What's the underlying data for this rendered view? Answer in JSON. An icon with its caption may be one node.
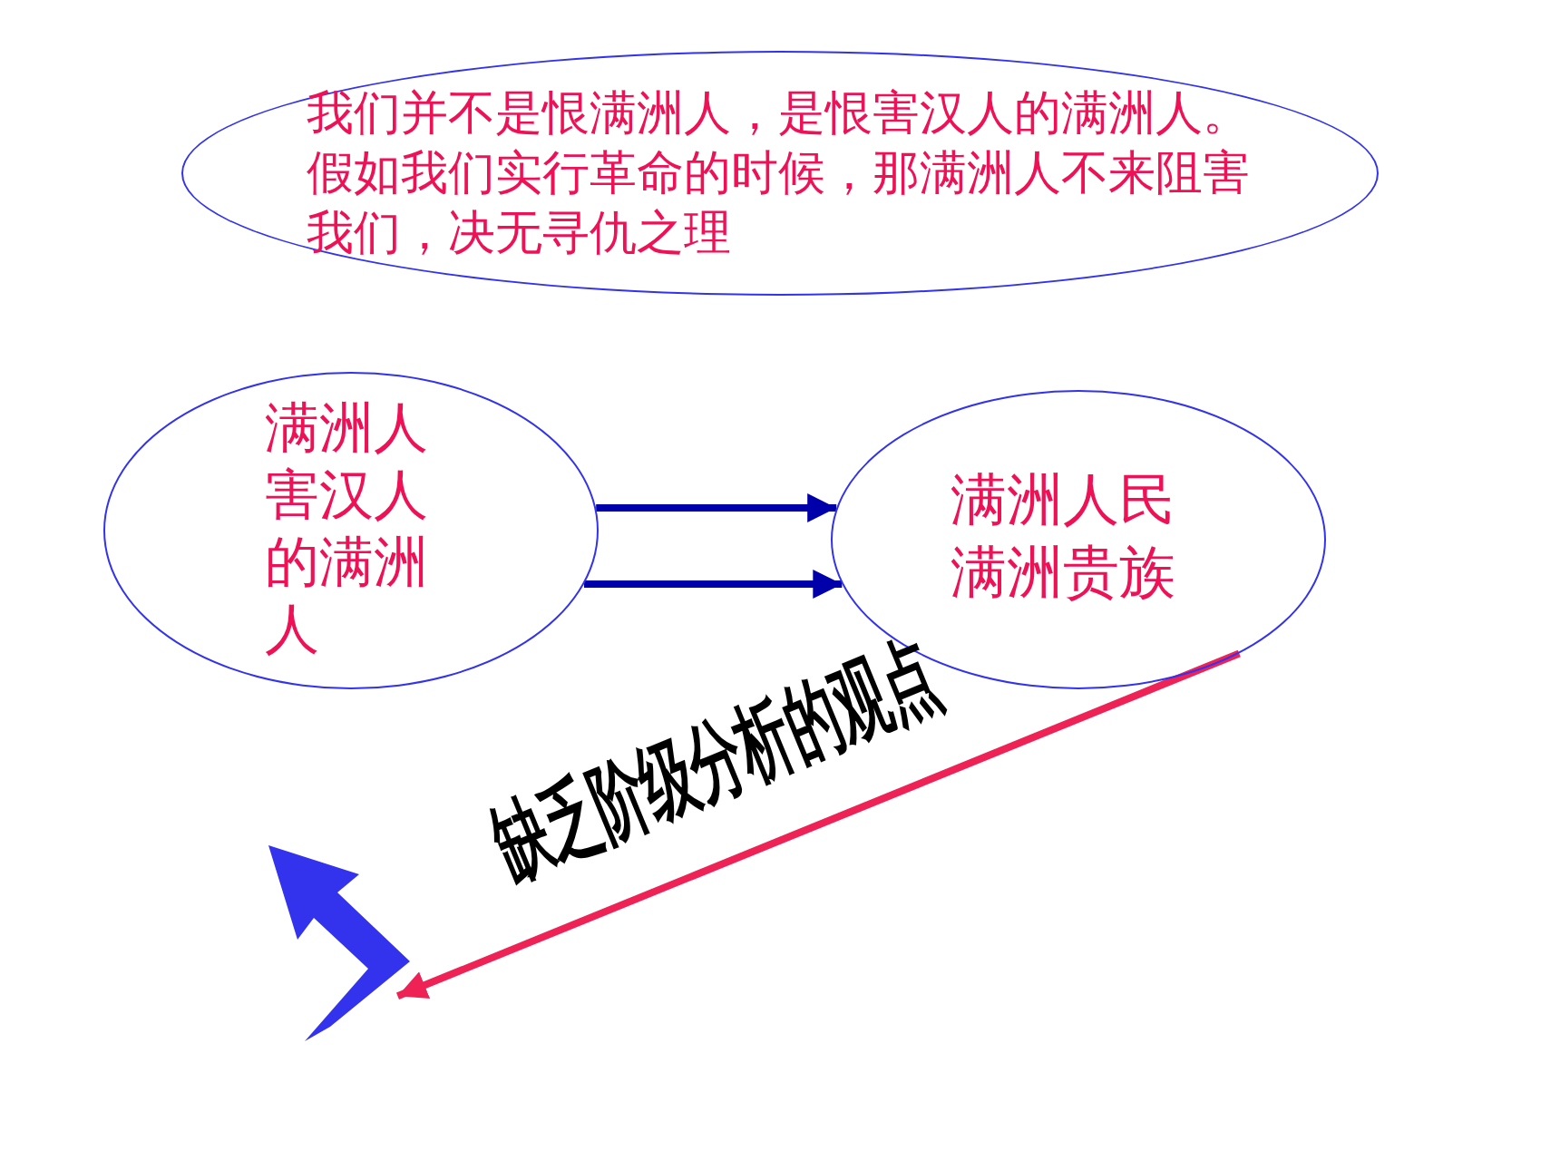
{
  "diagram": {
    "nodes": [
      {
        "text": [
          "我们并不是恨满洲人，是恨害汉人的满洲人。假如我们实行革命的时候，那满洲人不来阻害我们，决无寻仇之理"
        ]
      },
      {
        "text": [
          "满洲人害汉人的满洲人"
        ]
      },
      {
        "text": [
          "满洲人民",
          "满洲贵族"
        ]
      },
      {
        "text": [],
        "shape": "arrow"
      }
    ],
    "edges": [
      {
        "from": 1,
        "to": 2,
        "arrow": "to"
      },
      {
        "from": 1,
        "to": 2,
        "arrow": "to"
      },
      {
        "from": 2,
        "to": 3,
        "arrow": "to",
        "label": "缺乏阶级分析的观点",
        "color": "#ee2255"
      }
    ]
  }
}
